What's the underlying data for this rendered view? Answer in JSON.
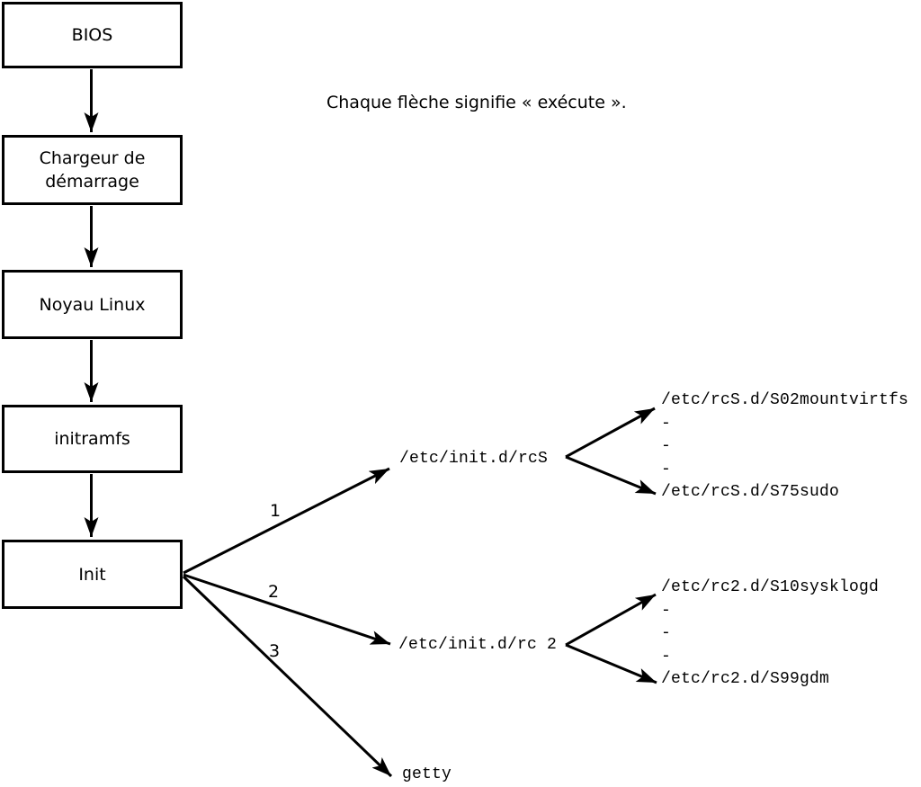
{
  "note": "Chaque flèche signifie « exécute ».",
  "flow_boxes": [
    {
      "label": "BIOS"
    },
    {
      "label": "Chargeur de démarrage"
    },
    {
      "label": "Noyau Linux"
    },
    {
      "label": "initramfs"
    },
    {
      "label": "Init"
    }
  ],
  "branches": [
    {
      "number": "1",
      "target": "/etc/init.d/rcS",
      "children": [
        "/etc/rcS.d/S02mountvirtfs",
        "-",
        "-",
        "-",
        "/etc/rcS.d/S75sudo"
      ]
    },
    {
      "number": "2",
      "target": "/etc/init.d/rc 2",
      "children": [
        "/etc/rc2.d/S10sysklogd",
        "-",
        "-",
        "-",
        "/etc/rc2.d/S99gdm"
      ]
    },
    {
      "number": "3",
      "target": "getty",
      "children": []
    }
  ],
  "colors": {
    "line": "#000000",
    "background": "#ffffff",
    "text": "#000000"
  }
}
